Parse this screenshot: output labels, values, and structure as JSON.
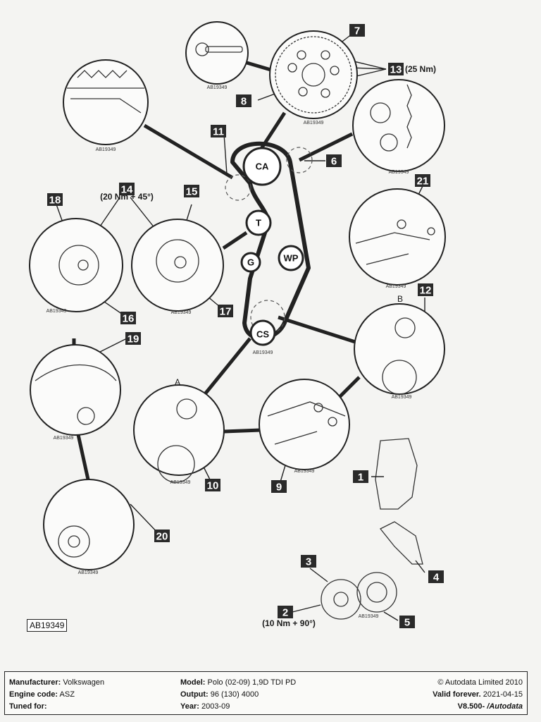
{
  "diagram": {
    "figure_code": "AB19349",
    "pulleys": {
      "CA": "CA",
      "T": "T",
      "G": "G",
      "WP": "WP",
      "CS": "CS"
    },
    "detail_labels": {
      "A": "A",
      "B": "B"
    },
    "callouts": [
      "1",
      "2",
      "3",
      "4",
      "5",
      "6",
      "7",
      "8",
      "9",
      "10",
      "11",
      "12",
      "13",
      "14",
      "15",
      "16",
      "17",
      "18",
      "19",
      "20",
      "21"
    ],
    "torque_13": "(25 Nm)",
    "torque_14": "(20 Nm + 45°)",
    "torque_2": "(10 Nm + 90°)"
  },
  "footer": {
    "manufacturer_label": "Manufacturer:",
    "manufacturer": "Volkswagen",
    "engine_code_label": "Engine code:",
    "engine_code": "ASZ",
    "tuned_for_label": "Tuned for:",
    "tuned_for": "",
    "model_label": "Model:",
    "model": "Polo (02-09) 1,9D TDI PD",
    "output_label": "Output:",
    "output": "96 (130) 4000",
    "year_label": "Year:",
    "year": "2003-09",
    "copyright": "© Autodata Limited 2010",
    "valid_label": "Valid forever.",
    "valid_date": "2021-04-15",
    "version": "V8.500-",
    "brand": "/Autodata"
  },
  "colors": {
    "ink": "#222222",
    "paper": "#f4f4f2",
    "callout_fill": "#2a2a2a"
  }
}
